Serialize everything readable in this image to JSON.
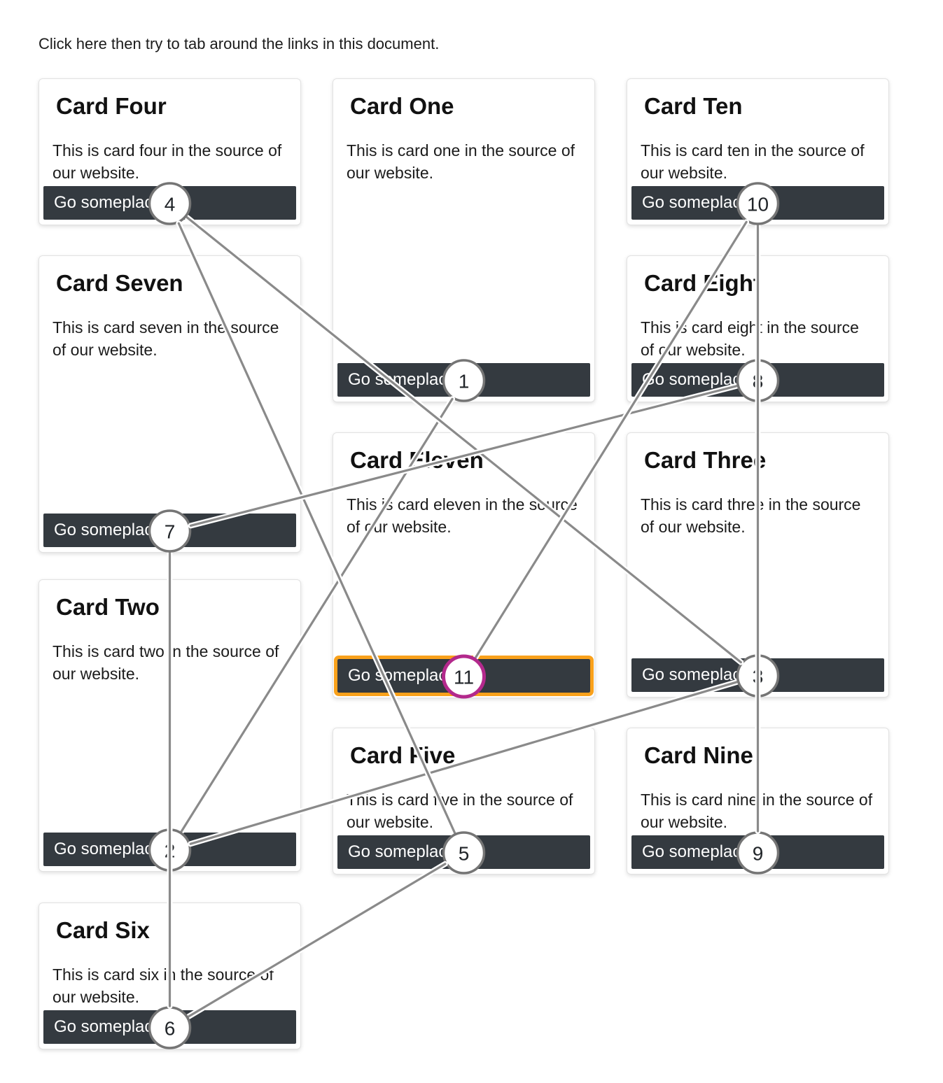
{
  "page": {
    "instruction": "Click here then try to tab around the links in this document."
  },
  "colors": {
    "button_bg": "#343a40",
    "button_text": "#ffffff",
    "focus_ring": "#f9a11b",
    "badge_ring": "#757575",
    "badge_ring_current": "#b3298c",
    "badge_fill": "#ffffff",
    "badge_text": "#212529",
    "line": "#8a8a8a",
    "line_casing": "#ffffff",
    "card_border": "#e2e2e2",
    "heading_text": "#111111",
    "body_text": "#1b1b1b"
  },
  "cards": [
    {
      "id": "four",
      "title": "Card Four",
      "body": "This is card four in the source of our website.",
      "button_label": "Go someplace",
      "tab_number": 4,
      "focused": false
    },
    {
      "id": "seven",
      "title": "Card Seven",
      "body": "This is card seven in the source of our website.",
      "button_label": "Go someplace",
      "tab_number": 7,
      "focused": false
    },
    {
      "id": "two",
      "title": "Card Two",
      "body": "This is card two in the source of our website.",
      "button_label": "Go someplace",
      "tab_number": 2,
      "focused": false
    },
    {
      "id": "six",
      "title": "Card Six",
      "body": "This is card six in the source of our website.",
      "button_label": "Go someplace",
      "tab_number": 6,
      "focused": false
    },
    {
      "id": "one",
      "title": "Card One",
      "body": "This is card one in the source of our website.",
      "button_label": "Go someplace",
      "tab_number": 1,
      "focused": false
    },
    {
      "id": "eleven",
      "title": "Card Eleven",
      "body": "This is card eleven in the source of our website.",
      "button_label": "Go someplace",
      "tab_number": 11,
      "focused": true
    },
    {
      "id": "five",
      "title": "Card Five",
      "body": "This is card five in the source of our website.",
      "button_label": "Go someplace",
      "tab_number": 5,
      "focused": false
    },
    {
      "id": "ten",
      "title": "Card Ten",
      "body": "This is card ten in the source of our website.",
      "button_label": "Go someplace",
      "tab_number": 10,
      "focused": false
    },
    {
      "id": "eight",
      "title": "Card Eight",
      "body": "This is card eight in the source of our website.",
      "button_label": "Go someplace",
      "tab_number": 8,
      "focused": false
    },
    {
      "id": "three",
      "title": "Card Three",
      "body": "This is card three in the source of our website.",
      "button_label": "Go someplace",
      "tab_number": 3,
      "focused": false
    },
    {
      "id": "nine",
      "title": "Card Nine",
      "body": "This is card nine in the source of our website.",
      "button_label": "Go someplace",
      "tab_number": 9,
      "focused": false
    }
  ]
}
